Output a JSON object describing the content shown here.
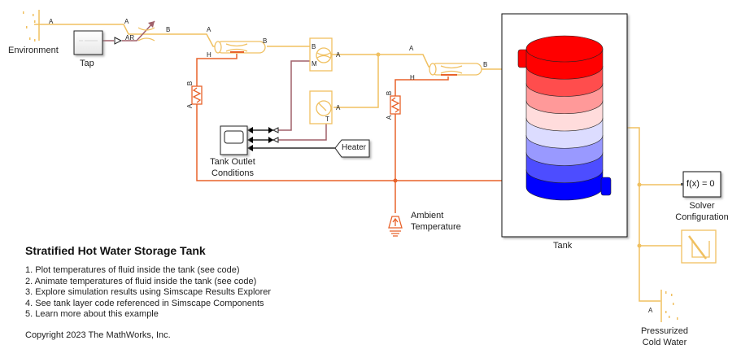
{
  "blocks": {
    "environment": {
      "label": "Environment",
      "port": "A"
    },
    "tap": {
      "label": "Tap"
    },
    "valve": {
      "ports": {
        "a": "A",
        "ar": "AR",
        "b": "B"
      }
    },
    "pipe1": {
      "ports": {
        "a": "A",
        "b": "B",
        "h": "H"
      }
    },
    "flow_sensor": {
      "ports": {
        "b": "B",
        "m": "M",
        "a": "A"
      }
    },
    "temp_sensor": {
      "ports": {
        "a": "A",
        "t": "T"
      }
    },
    "resistor1": {
      "ports": {
        "a": "A",
        "b": "B"
      }
    },
    "pipe2": {
      "ports": {
        "a": "A",
        "b": "B",
        "h": "H"
      }
    },
    "resistor2": {
      "ports": {
        "a": "A",
        "b": "B"
      }
    },
    "scope": {
      "label": "Tank Outlet Conditions"
    },
    "heater_goto": {
      "label": "Heater"
    },
    "ambient": {
      "label": "Ambient Temperature"
    },
    "tank": {
      "label": "Tank",
      "layer_colors": [
        "#ff0000",
        "#ff4d4d",
        "#ff9999",
        "#ffdcdc",
        "#dcdcff",
        "#9999ff",
        "#4d4dff",
        "#0000ff"
      ]
    },
    "solver": {
      "label": "Solver Configuration",
      "expr": "f(x) = 0"
    },
    "fluid_props": {
      "label": ""
    },
    "cold_water": {
      "label": "Pressurized Cold Water",
      "port": "A"
    }
  },
  "colors": {
    "thermal_liquid": "#f0c060",
    "thermal": "#e8622a",
    "signal_phys": "#a0606a",
    "signal": "#000000"
  },
  "annotation": {
    "title": "Stratified Hot Water Storage Tank",
    "links": [
      "1. Plot temperatures of fluid inside the tank (see code)",
      "2. Animate temperatures of fluid inside the tank (see code)",
      "3. Explore simulation results using Simscape Results Explorer",
      "4. See tank layer code referenced in Simscape Components",
      "5. Learn more about this example"
    ],
    "copyright": "Copyright 2023 The MathWorks, Inc."
  }
}
